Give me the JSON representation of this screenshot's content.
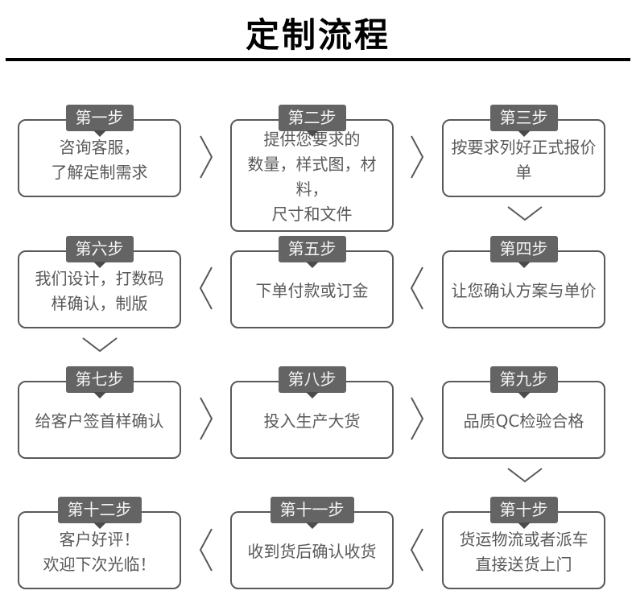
{
  "header": {
    "title": "定制流程"
  },
  "steps": [
    {
      "label": "第一步",
      "lines": [
        "咨询客服，",
        "了解定制需求"
      ]
    },
    {
      "label": "第二步",
      "lines": [
        "提供您要求的",
        "数量，样式图，材料，",
        "尺寸和文件"
      ]
    },
    {
      "label": "第三步",
      "lines": [
        "按要求列好正式报价单"
      ]
    },
    {
      "label": "第四步",
      "lines": [
        "让您确认方案与单价"
      ]
    },
    {
      "label": "第五步",
      "lines": [
        "下单付款或订金"
      ]
    },
    {
      "label": "第六步",
      "lines": [
        "我们设计，打数码",
        "样确认，制版"
      ]
    },
    {
      "label": "第七步",
      "lines": [
        "给客户签首样确认"
      ]
    },
    {
      "label": "第八步",
      "lines": [
        "投入生产大货"
      ]
    },
    {
      "label": "第九步",
      "lines": [
        "品质QC检验合格"
      ]
    },
    {
      "label": "第十步",
      "lines": [
        "货运物流或者派车",
        "直接送货上门"
      ]
    },
    {
      "label": "第十一步",
      "lines": [
        "收到货后确认收货"
      ]
    },
    {
      "label": "第十二步",
      "lines": [
        "客户好评！",
        "欢迎下次光临！"
      ]
    }
  ],
  "colors": {
    "badge_bg": "#646464",
    "badge_tail": "#4b4b4b",
    "badge_text": "#f5f5f5",
    "box_border": "#58595b",
    "box_text": "#58595b",
    "arrow": "#58595b",
    "title": "#000000",
    "divider": "#000000"
  }
}
